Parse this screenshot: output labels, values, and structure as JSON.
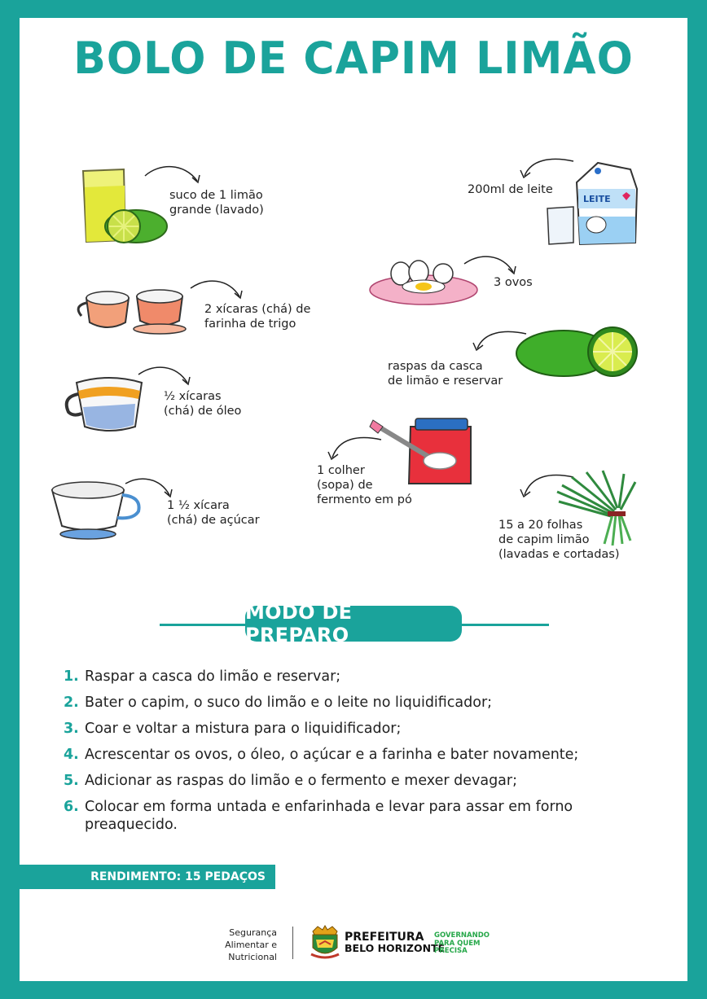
{
  "title": "BOLO DE CAPIM LIMÃO",
  "ingredients": {
    "lemon_juice": [
      "suco de 1 limão",
      "grande (lavado)"
    ],
    "flour": [
      "2 xícaras (chá) de",
      "farinha de trigo"
    ],
    "oil": [
      "½ xícaras",
      "(chá) de óleo"
    ],
    "sugar": [
      "1 ½ xícara",
      "(chá) de açúcar"
    ],
    "milk": [
      "200ml de leite"
    ],
    "eggs": [
      "3 ovos"
    ],
    "zest": [
      "raspas da casca",
      "de limão e reservar"
    ],
    "yeast": [
      "1 colher",
      "(sopa) de",
      "fermento em pó"
    ],
    "lemongrass": [
      "15 a 20 folhas",
      "de capim limão",
      "(lavadas e cortadas)"
    ]
  },
  "milk_carton_label": "LEITE",
  "section_title": "MODO DE PREPARO",
  "steps": [
    {
      "num": "1.",
      "text": "Raspar a casca do limão e reservar;"
    },
    {
      "num": "2.",
      "text": "Bater o capim, o suco do limão e o leite no liquidificador;"
    },
    {
      "num": "3.",
      "text": "Coar e voltar a mistura para o liquidificador;"
    },
    {
      "num": "4.",
      "text": "Acrescentar os ovos, o óleo, o açúcar e a farinha e bater novamente;"
    },
    {
      "num": "5.",
      "text": "Adicionar as raspas do limão e o fermento e mexer devagar;"
    },
    {
      "num": "6.",
      "text": "Colocar em forma untada e enfarinhada e levar para assar em forno preaquecido."
    }
  ],
  "yield": "RENDIMENTO: 15 PEDAÇOS",
  "footer": {
    "program": [
      "Segurança",
      "Alimentar e",
      "Nutricional"
    ],
    "prefeitura": [
      "PREFEITURA",
      "BELO HORIZONTE"
    ],
    "slogan": [
      "GOVERNANDO",
      "PARA QUEM",
      "PRECISA"
    ]
  },
  "colors": {
    "accent": "#1aa39b",
    "slogan_green": "#27a84a"
  }
}
